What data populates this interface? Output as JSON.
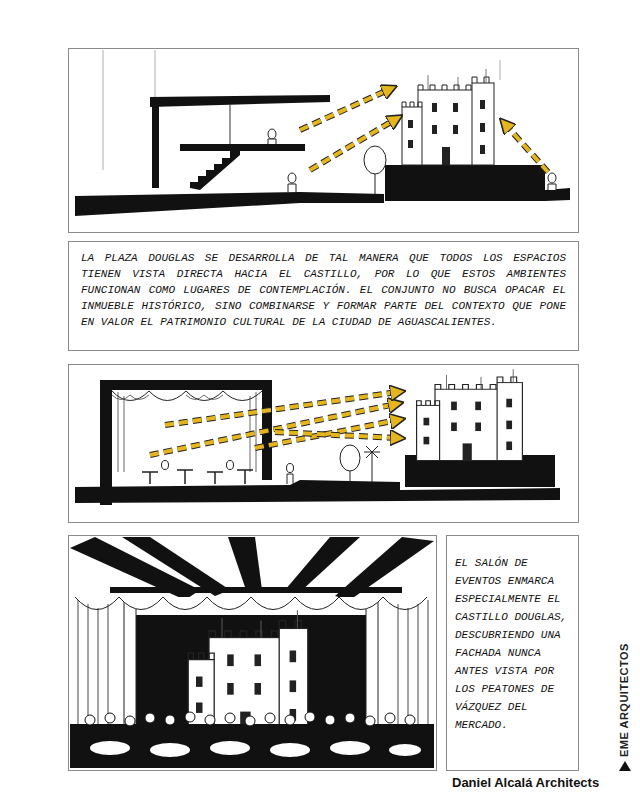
{
  "diagram": {
    "nodes": [
      {
        "text": [
          "LA PLAZA DOUGLAS SE DESARROLLA DE TAL MANERA QUE TODOS LOS ESPACIOS TIENEN VISTA DIRECTA HACIA EL CASTILLO, POR LO QUE ESTOS AMBIENTES FUNCIONAN COMO LUGARES DE CONTEMPLACIÓN. EL CONJUNTO NO BUSCA OPACAR EL INMUEBLE HISTÓRICO, SINO COMBINARSE Y FORMAR PARTE DEL CONTEXTO QUE PONE EN VALOR EL PATRIMONIO CULTURAL DE LA CIUDAD DE AGUASCALIENTES."
        ]
      },
      {
        "text": [
          "EL SALÓN DE EVENTOS ENMARCA ESPECIALMENTE EL CASTILLO DOUGLAS, DESCUBRIENDO UNA FACHADA NUNCA ANTES VISTA POR LOS PEATONES DE VÁZQUEZ DEL MERCADO."
        ]
      }
    ],
    "labels": [
      "Daniel Alcalá Architects",
      "EME ARQUITECTOS"
    ]
  }
}
